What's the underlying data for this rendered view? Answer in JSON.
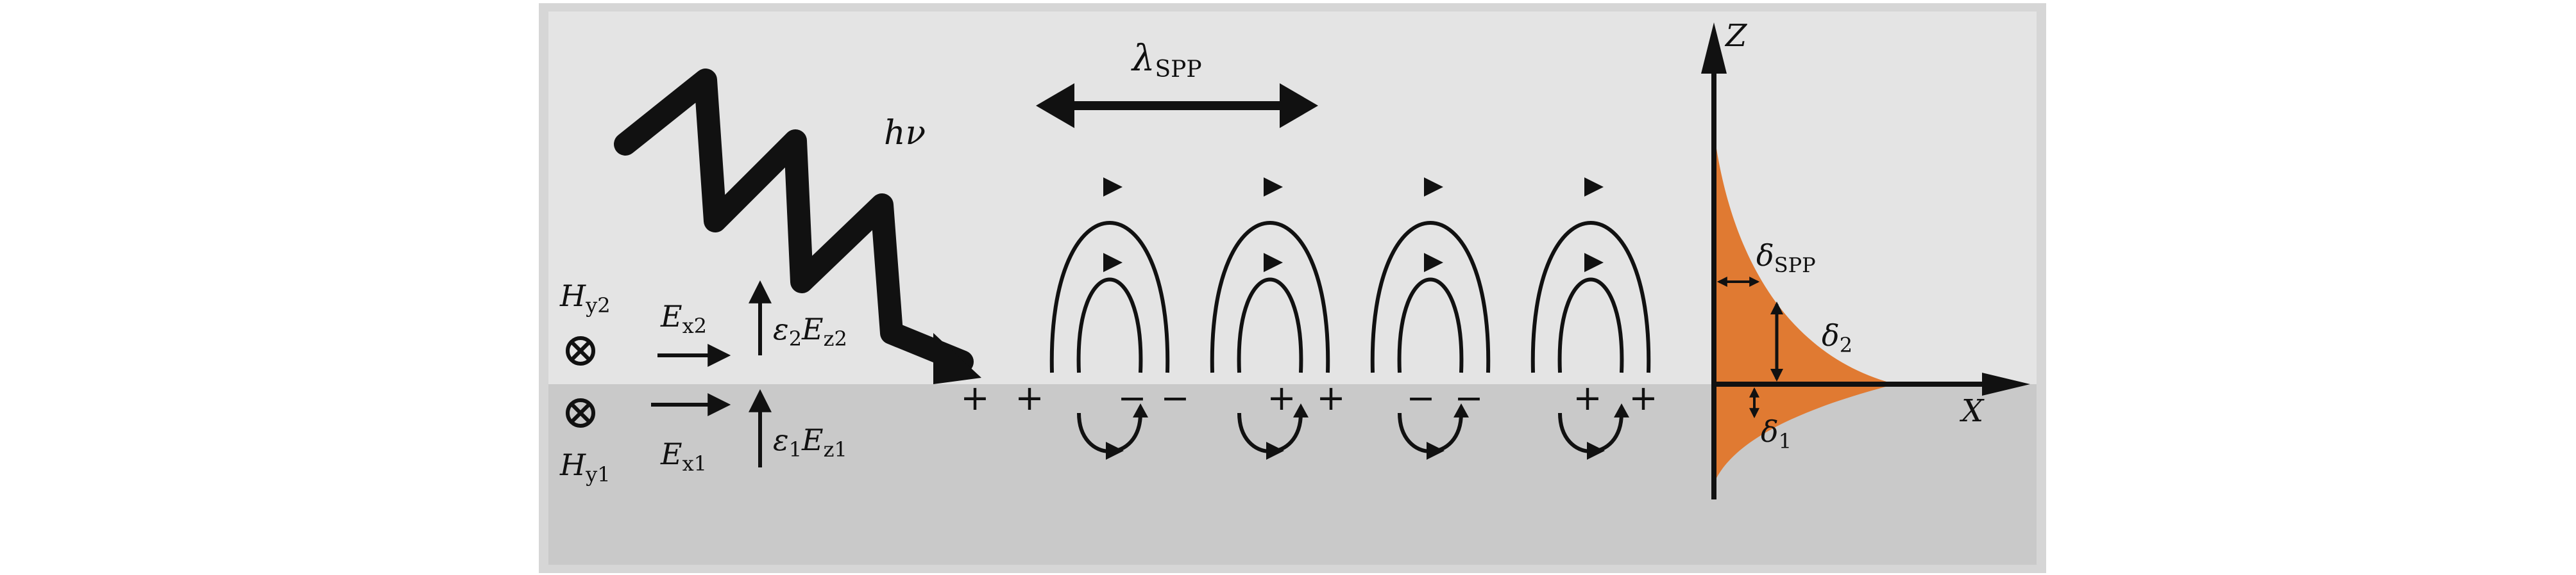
{
  "colors": {
    "upper_medium": "#e4e4e4",
    "lower_medium": "#c9c9c9",
    "frame": "#d6d6d6",
    "field_decay": "#e07a32",
    "ink": "#111111"
  },
  "labels": {
    "photon_energy": "hν",
    "lambda_main": "λ",
    "lambda_sub": "SPP",
    "h_upper_main": "H",
    "h_upper_sub": "y2",
    "h_lower_main": "H",
    "h_lower_sub": "y1",
    "ex_upper_main": "E",
    "ex_upper_sub": "x2",
    "ex_lower_main": "E",
    "ex_lower_sub": "x1",
    "ez_upper_eps": "ε",
    "ez_upper_eps_sub": "2",
    "ez_upper_main": "E",
    "ez_upper_sub": "z2",
    "ez_lower_eps": "ε",
    "ez_lower_eps_sub": "1",
    "ez_lower_main": "E",
    "ez_lower_sub": "z1",
    "axis_z": "Z",
    "axis_x": "X",
    "delta_spp_main": "δ",
    "delta_spp_sub": "SPP",
    "delta_2_main": "δ",
    "delta_2_sub": "2",
    "delta_1_main": "δ",
    "delta_1_sub": "1"
  },
  "charges": [
    "+",
    "+",
    "−",
    "−",
    "+",
    "+",
    "−",
    "−",
    "+",
    "+"
  ],
  "icons": {
    "h_field_symbol": "circle-cross-icon",
    "photon": "wavy-arrow-icon"
  }
}
